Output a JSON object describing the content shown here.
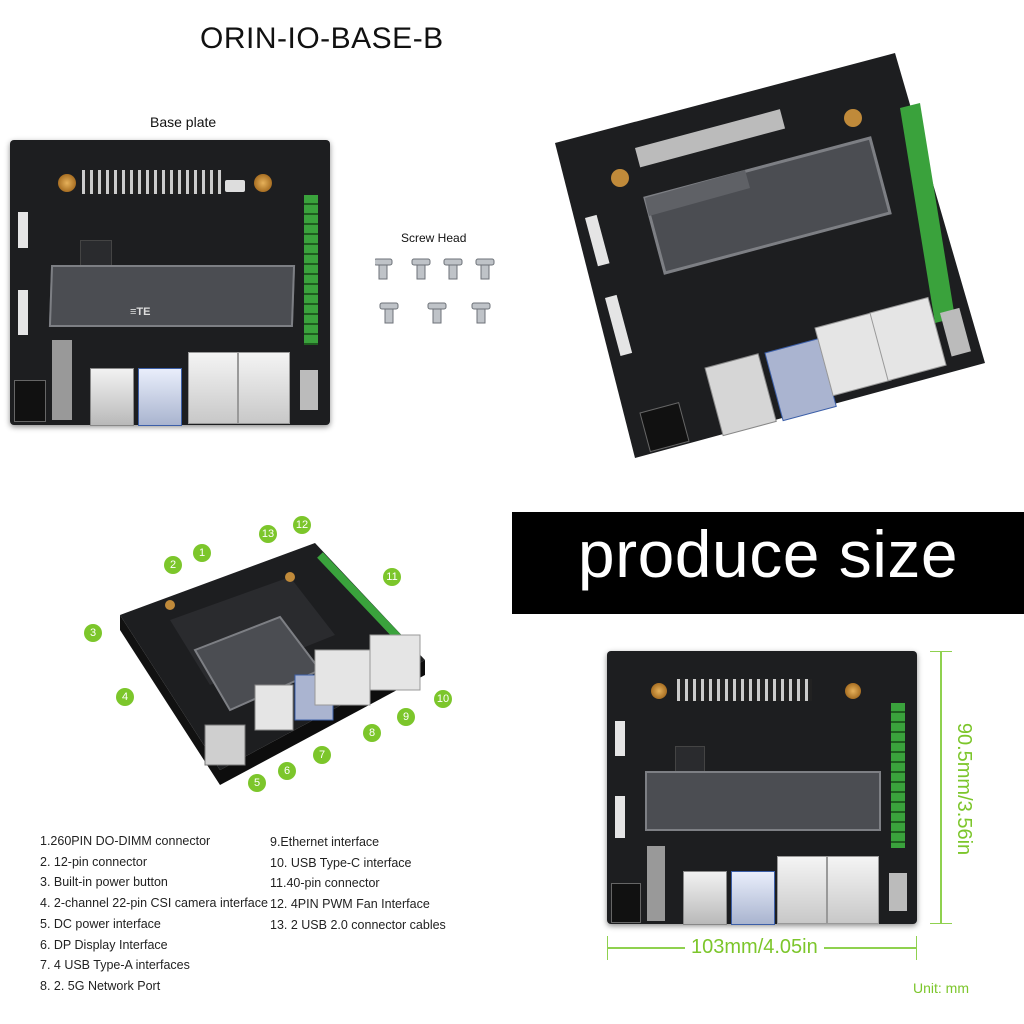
{
  "header": {
    "title": "ORIN-IO-BASE-B"
  },
  "top_left": {
    "caption": "Base plate"
  },
  "screws": {
    "caption": "Screw Head",
    "count": 7
  },
  "banner": {
    "text": "produce size"
  },
  "board_markings": {
    "te_logo": "≡TE"
  },
  "callouts": [
    "1",
    "2",
    "3",
    "4",
    "5",
    "6",
    "7",
    "8",
    "9",
    "10",
    "11",
    "12",
    "13"
  ],
  "legend": {
    "left": [
      "1.260PIN DO-DIMM connector",
      "2. 12-pin connector",
      "3. Built-in power button",
      "4. 2-channel 22-pin CSI camera interface",
      "5. DC power interface",
      "6. DP Display Interface",
      "7. 4 USB Type-A interfaces",
      "8. 2. 5G Network Port"
    ],
    "right": [
      "9.Ethernet interface",
      "10. USB Type-C interface",
      "11.40-pin connector",
      "12. 4PIN PWM Fan Interface",
      "13. 2 USB 2.0 connector cables"
    ]
  },
  "dimensions": {
    "height": "90.5mm/3.56in",
    "width": "103mm/4.05in",
    "unit_label": "Unit: mm"
  },
  "colors": {
    "accent_green": "#7cc62b",
    "banner_bg": "#000000",
    "board": "#1d1e20"
  }
}
